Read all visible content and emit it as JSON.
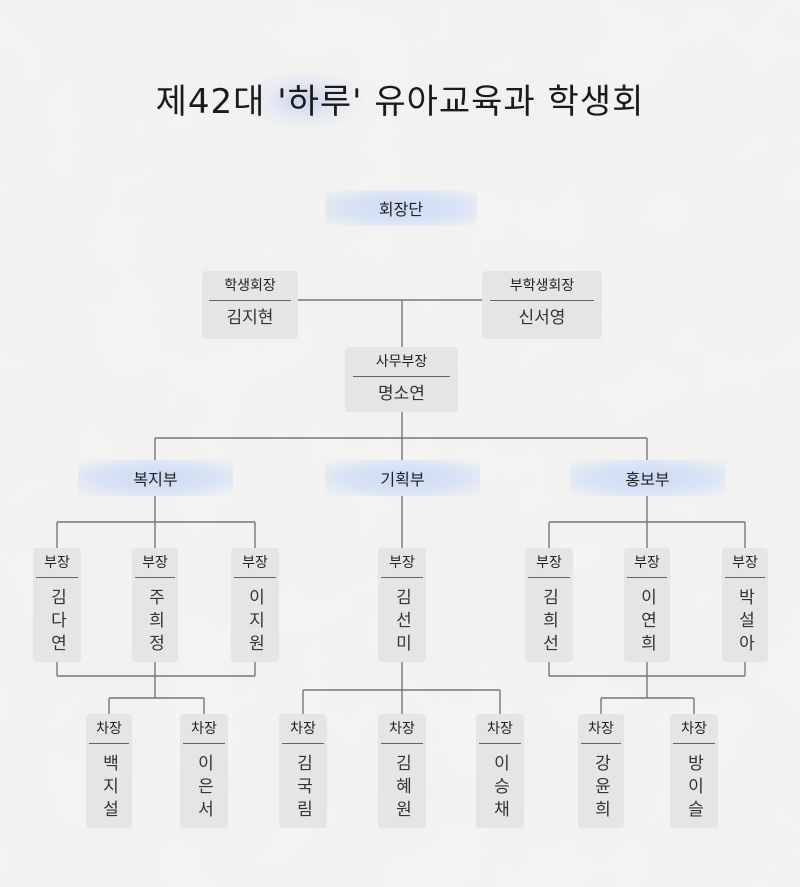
{
  "title": "제42대 '하루' 유아교육과 학생회",
  "groups": {
    "leadership": "회장단",
    "welfare": "복지부",
    "planning": "기획부",
    "promotion": "홍보부"
  },
  "president": {
    "role": "학생회장",
    "name": "김지현"
  },
  "vice_president": {
    "role": "부학생회장",
    "name": "신서영"
  },
  "secretary": {
    "role": "사무부장",
    "name": "명소연"
  },
  "welfare": {
    "heads": [
      {
        "role": "부장",
        "name": "김다연"
      },
      {
        "role": "부장",
        "name": "주희정"
      },
      {
        "role": "부장",
        "name": "이지원"
      }
    ],
    "deputies": [
      {
        "role": "차장",
        "name": "백지설"
      },
      {
        "role": "차장",
        "name": "이은서"
      }
    ]
  },
  "planning": {
    "heads": [
      {
        "role": "부장",
        "name": "김선미"
      }
    ],
    "deputies": [
      {
        "role": "차장",
        "name": "김국림"
      },
      {
        "role": "차장",
        "name": "김혜원"
      },
      {
        "role": "차장",
        "name": "이승채"
      }
    ]
  },
  "promotion": {
    "heads": [
      {
        "role": "부장",
        "name": "김희선"
      },
      {
        "role": "부장",
        "name": "이연희"
      },
      {
        "role": "부장",
        "name": "박설아"
      }
    ],
    "deputies": [
      {
        "role": "차장",
        "name": "강윤희"
      },
      {
        "role": "차장",
        "name": "방이슬"
      }
    ]
  }
}
